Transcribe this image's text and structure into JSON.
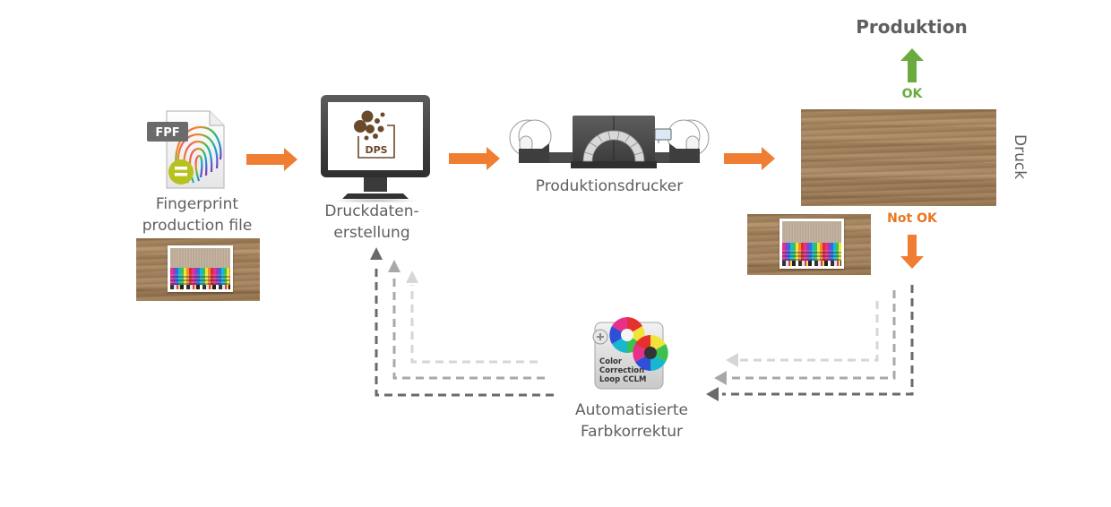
{
  "diagram": {
    "title": "Produktion",
    "nodes": {
      "fingerprint": {
        "icon_badge": "FPF",
        "label": "Fingerprint\nproduction file"
      },
      "dps": {
        "icon_badge": "DPS",
        "label": "Druckdaten-\nerstellung"
      },
      "printer": {
        "label": "Produktionsdrucker"
      },
      "print": {
        "label": "Druck"
      },
      "cclm": {
        "icon_lines": [
          "Color",
          "Correction",
          "Loop CCLM"
        ],
        "label": "Automatisierte\nFarbkorrektur"
      }
    },
    "decisions": {
      "ok": {
        "label": "OK",
        "color": "#6aab3f"
      },
      "not_ok": {
        "label": "Not OK",
        "color": "#e87722"
      }
    },
    "colors": {
      "flow_arrow": "#ef7d32",
      "text": "#5f5f5f",
      "loop_dark": "#6a6a6a",
      "loop_mid": "#a8a8a8",
      "loop_light": "#d6d6d6"
    }
  }
}
